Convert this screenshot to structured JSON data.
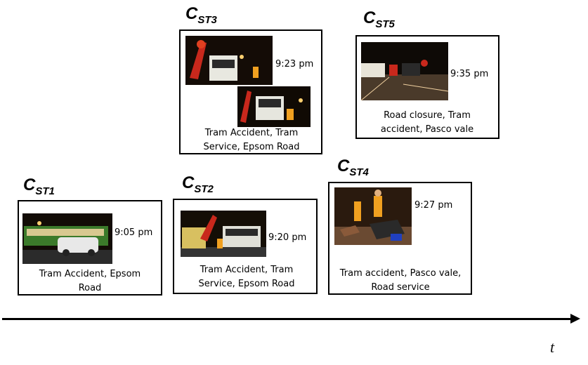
{
  "clusters": [
    {
      "id": "st1",
      "label_main": "C",
      "label_sub": "ST1",
      "time": "9:05 pm",
      "caption": "Tram Accident, Epsom Road"
    },
    {
      "id": "st2",
      "label_main": "C",
      "label_sub": "ST2",
      "time": "9:20 pm",
      "caption": "Tram Accident, Tram Service, Epsom Road"
    },
    {
      "id": "st3",
      "label_main": "C",
      "label_sub": "ST3",
      "time": "9:23 pm",
      "caption": "Tram Accident, Tram Service, Epsom Road"
    },
    {
      "id": "st4",
      "label_main": "C",
      "label_sub": "ST4",
      "time": "9:27 pm",
      "caption": "Tram accident, Pasco vale, Road service"
    },
    {
      "id": "st5",
      "label_main": "C",
      "label_sub": "ST5",
      "time": "9:35 pm",
      "caption": "Road closure, Tram accident, Pasco vale"
    }
  ],
  "axis": {
    "label": "t"
  },
  "colors": {
    "border": "#000000",
    "night": "#1a1208",
    "tram": "#3b7a2a",
    "crane": "#c8281c",
    "vest": "#f0a020"
  }
}
